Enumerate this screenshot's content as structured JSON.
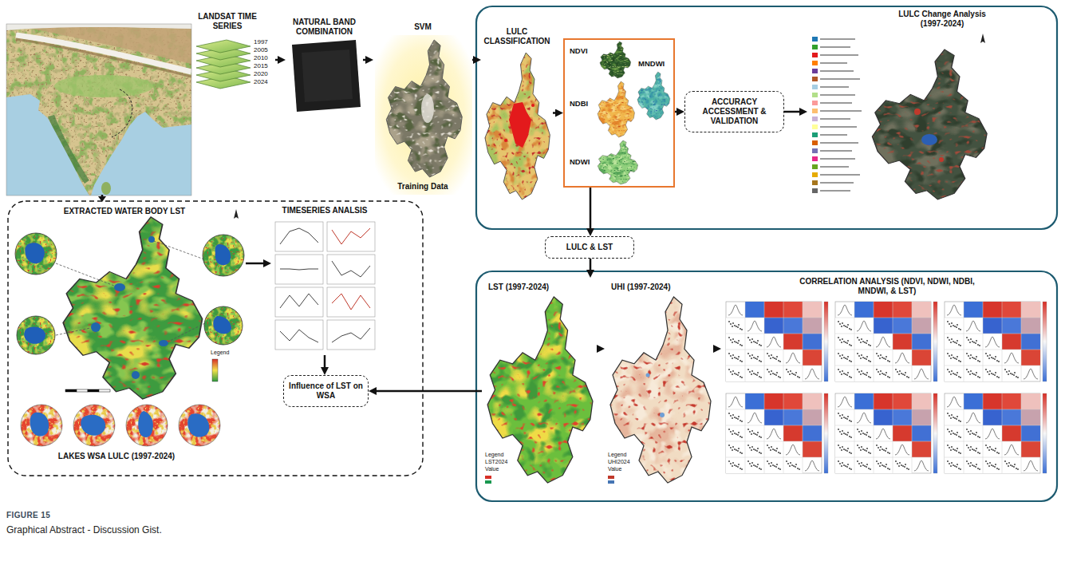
{
  "diagram": {
    "caption": "Graphical Abstract - Discussion Gist.",
    "nodes": [
      {
        "text": [
          "LANDSAT TIME SERIES",
          "1997",
          "2005",
          "2010",
          "2015",
          "2020",
          "2024"
        ]
      },
      {
        "text": [
          "NATURAL BAND COMBINATION"
        ]
      },
      {
        "text": [
          "SVM",
          "Training Data"
        ]
      },
      {
        "text": [
          "LULC CLASSIFICATION"
        ]
      },
      {
        "text": [
          "NDVI",
          "NDBI",
          "MNDWI",
          "NDWI"
        ]
      },
      {
        "text": [
          "ACCURACY ACCESSMENT & VALIDATION"
        ]
      },
      {
        "text": [
          "LULC Change Analysis (1997-2024)"
        ]
      },
      {
        "text": [
          "LULC & LST"
        ]
      },
      {
        "text": [
          "LST (1997-2024)",
          "Legend",
          "LST2024",
          "Value"
        ]
      },
      {
        "text": [
          "UHI (1997-2024)",
          "Legend",
          "UHI2024",
          "Value"
        ]
      },
      {
        "text": [
          "CORRELATION ANALYSIS (NDVI, NDWI, NDBI, MNDWI, & LST)"
        ]
      },
      {
        "text": [
          "EXTRACTED WATER BODY LST",
          "LAKES WSA LULC (1997-2024)",
          "Legend"
        ]
      },
      {
        "text": [
          "TIMESERIES ANALSIS"
        ]
      },
      {
        "text": [
          "Influence of LST on WSA"
        ]
      }
    ],
    "edges": [
      {
        "from": 0,
        "to": 1,
        "arrow": "to"
      },
      {
        "from": 1,
        "to": 2,
        "arrow": "to"
      },
      {
        "from": 2,
        "to": 3,
        "arrow": "to"
      },
      {
        "from": 3,
        "to": 4,
        "arrow": "to"
      },
      {
        "from": 4,
        "to": 5,
        "arrow": "to"
      },
      {
        "from": 5,
        "to": 6,
        "arrow": "to"
      },
      {
        "from": 4,
        "to": 7,
        "arrow": "to"
      },
      {
        "from": 7,
        "to": 8,
        "arrow": "to"
      },
      {
        "from": 8,
        "to": 9,
        "arrow": "to"
      },
      {
        "from": 9,
        "to": 10,
        "arrow": "to"
      },
      {
        "from": 8,
        "to": 13,
        "arrow": "to"
      },
      {
        "from": 11,
        "to": 12,
        "arrow": "to"
      },
      {
        "from": 12,
        "to": 13,
        "arrow": "to"
      }
    ],
    "labels": [
      "FIGURE 15"
    ]
  }
}
